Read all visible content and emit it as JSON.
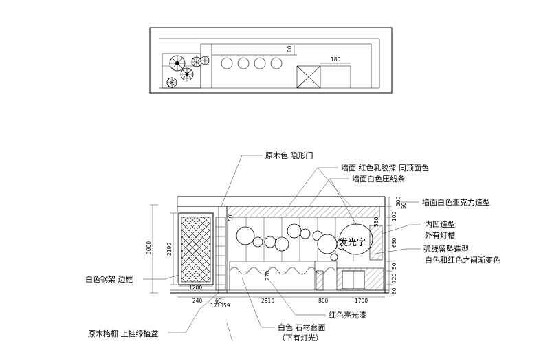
{
  "plan": {
    "dims": {
      "d80": "80",
      "d180": "180"
    }
  },
  "labels": {
    "wood_hidden_door": "原木色  隐形门",
    "wall_red_latex": "墙面  红色乳胶漆  同顶面色",
    "wall_white_strip": "墙面白色压线条",
    "wall_white_acrylic": "墙面白色亚克力造型",
    "recess_shape": "内凹造型",
    "lamp_slot": "外有灯槽",
    "arc_pendant": "弧线留坠造型",
    "gradient": "白色和红色之间渐变色",
    "white_steel_frame": "白色钢架  边框",
    "wood_grille": "原木格栅  上挂绿植盆",
    "red_gloss": "红色亮光漆",
    "white_stone_top": "白色  石材台面",
    "light_below": "（下有灯光）",
    "glow_word": "发光字"
  },
  "dims": {
    "h3000": "3000",
    "h2190": "2190",
    "w1200": "1200",
    "w240": "240",
    "w65": "65",
    "w171": "171359",
    "w2910": "2910",
    "w800": "800",
    "w1700": "1700",
    "r300": "300",
    "r50a": "50",
    "r100": "100",
    "r650": "650",
    "r50b": "50",
    "r720": "720",
    "r80": "80",
    "v50": "50",
    "v270": "270",
    "v580": "580"
  }
}
